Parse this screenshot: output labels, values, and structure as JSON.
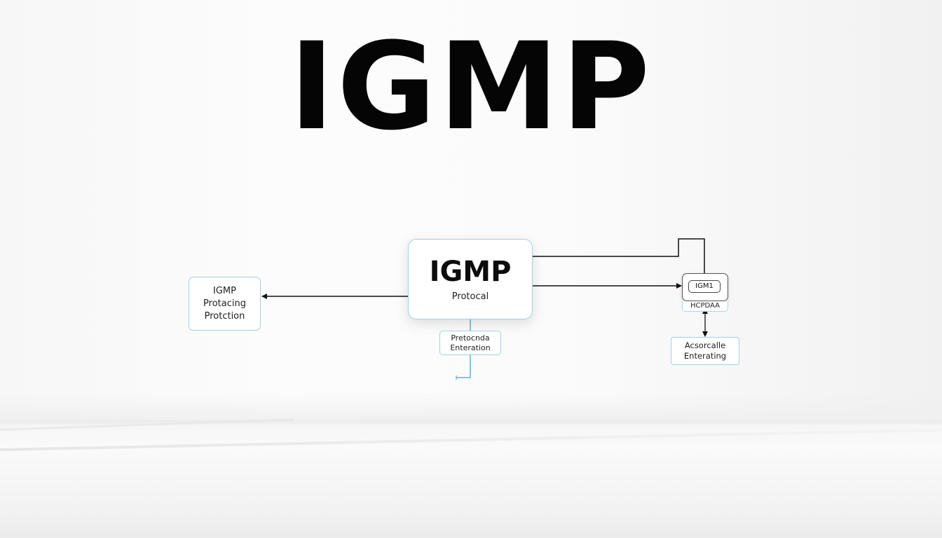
{
  "title": "IGMP",
  "diagram": {
    "main_node": {
      "title": "IGMP",
      "subtitle": "Protocal"
    },
    "left_node": {
      "lines": [
        "IGMP",
        "Protacing",
        "Protction"
      ]
    },
    "middle_node": {
      "lines": [
        "Pretocnda",
        "Enteration"
      ]
    },
    "right_node": {
      "inner_label": "IGM1",
      "caption": "HCPDAA"
    },
    "right_bottom_node": {
      "lines": [
        "Acsorcalle",
        "Enterating"
      ]
    },
    "colors": {
      "box_border": "#9fd3df",
      "connector": "#111111",
      "blue_connector": "#5fb3c9"
    }
  }
}
